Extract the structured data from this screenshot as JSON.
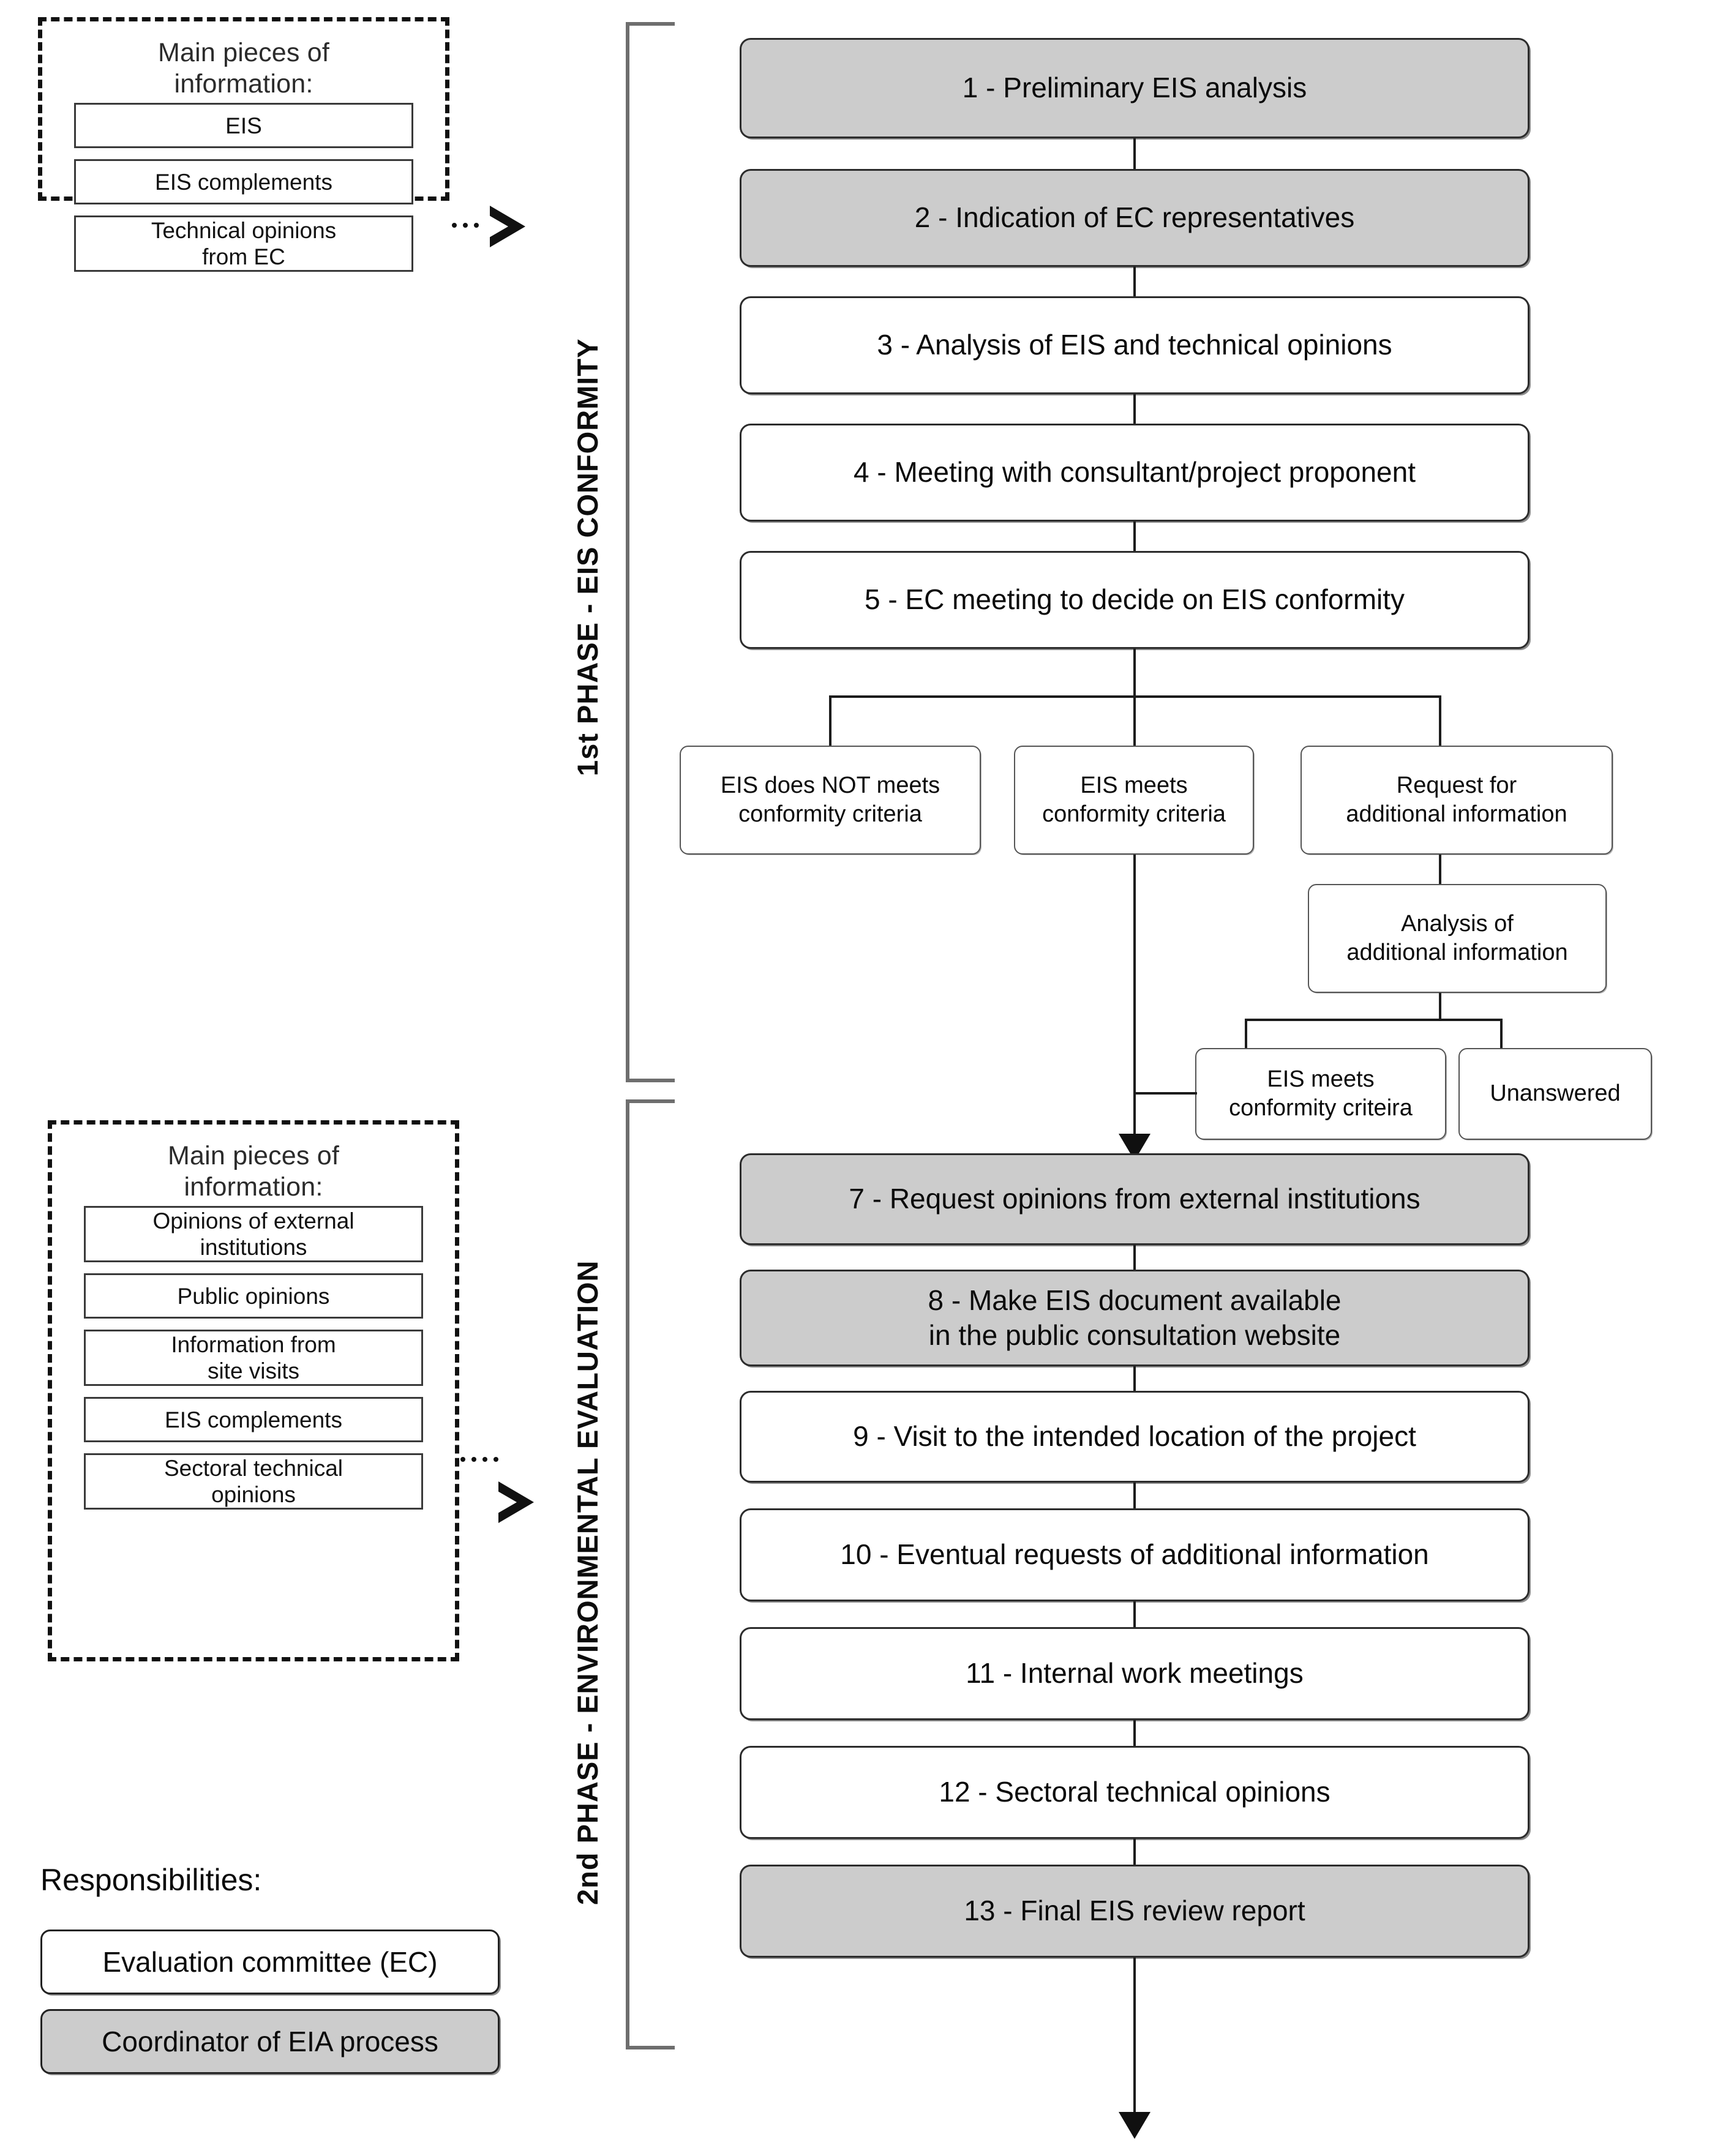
{
  "diagram": {
    "title": "EIA process flowchart",
    "colors": {
      "coordinator_fill": "#cccccc",
      "committee_fill": "#ffffff",
      "line": "#1c1c1c",
      "bracket": "#6e6e6e"
    }
  },
  "phase1": {
    "label": "1st PHASE - EIS CONFORMITY",
    "info_panel": {
      "title": "Main pieces of\ninformation:",
      "title_line1": "Main pieces of",
      "title_line2": "information:",
      "items": [
        {
          "label": "EIS"
        },
        {
          "label": "EIS complements"
        },
        {
          "label": "Technical opinions\nfrom EC",
          "line1": "Technical opinions",
          "line2": "from EC"
        }
      ]
    },
    "steps": [
      {
        "id": 1,
        "label": "1 - Preliminary EIS analysis",
        "responsibility": "coordinator"
      },
      {
        "id": 2,
        "label": "2 - Indication of EC representatives",
        "responsibility": "coordinator"
      },
      {
        "id": 3,
        "label": "3 - Analysis of EIS and technical opinions",
        "responsibility": "committee"
      },
      {
        "id": 4,
        "label": "4 - Meeting with consultant/project proponent",
        "responsibility": "committee"
      },
      {
        "id": 5,
        "label": "5 - EC meeting to decide on EIS conformity",
        "responsibility": "committee"
      }
    ],
    "outcomes": [
      {
        "line1": "EIS does NOT meets",
        "line2": "conformity criteria"
      },
      {
        "line1": "EIS meets",
        "line2": "conformity criteria"
      },
      {
        "line1": "Request for",
        "line2": "additional information"
      }
    ],
    "additional": {
      "line1": "Analysis of",
      "line2": "additional information"
    },
    "additional_outcomes": [
      {
        "line1": "EIS meets",
        "line2": "conformity criteira"
      },
      {
        "line1": "Unanswered",
        "line2": ""
      }
    ]
  },
  "phase2": {
    "label": "2nd PHASE - ENVIRONMENTAL EVALUATION",
    "info_panel": {
      "title_line1": "Main pieces of",
      "title_line2": "information:",
      "items": [
        {
          "label": "Opinions of external\ninstitutions",
          "line1": "Opinions of external",
          "line2": "institutions"
        },
        {
          "label": "Public opinions",
          "line1": "Public opinions",
          "line2": ""
        },
        {
          "label": "Information from\nsite visits",
          "line1": "Information from",
          "line2": "site visits"
        },
        {
          "label": "EIS complements",
          "line1": "EIS complements",
          "line2": ""
        },
        {
          "label": "Sectoral technical\nopinions",
          "line1": "Sectoral technical",
          "line2": "opinions"
        }
      ]
    },
    "steps": [
      {
        "id": 7,
        "label": "7 - Request opinions from external institutions",
        "responsibility": "coordinator"
      },
      {
        "id": 8,
        "line1": "8 - Make EIS document available",
        "line2": "in the public consultation website",
        "responsibility": "coordinator"
      },
      {
        "id": 9,
        "label": "9 - Visit to the intended location of the project",
        "responsibility": "committee"
      },
      {
        "id": 10,
        "label": "10 - Eventual requests of additional information",
        "responsibility": "committee"
      },
      {
        "id": 11,
        "label": "11 - Internal work meetings",
        "responsibility": "committee"
      },
      {
        "id": 12,
        "label": "12 - Sectoral technical opinions",
        "responsibility": "committee"
      },
      {
        "id": 13,
        "label": "13 - Final EIS review report",
        "responsibility": "coordinator"
      }
    ]
  },
  "legend": {
    "title": "Responsibilities:",
    "entries": [
      {
        "label": "Evaluation committee (EC)",
        "fill": "white"
      },
      {
        "label": "Coordinator of EIA process",
        "fill": "gray"
      }
    ]
  }
}
